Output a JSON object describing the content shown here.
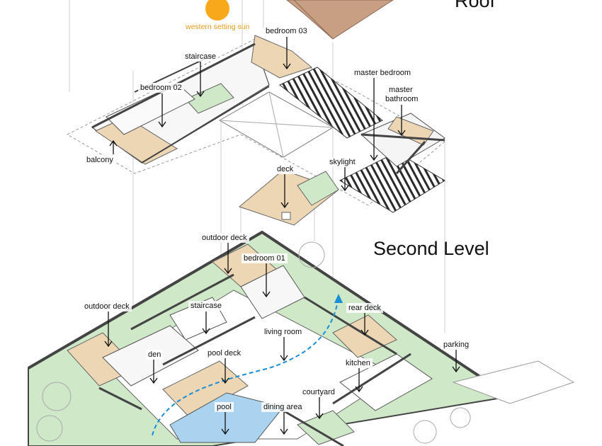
{
  "headings": {
    "roof": "Roof",
    "second_level": "Second Level"
  },
  "sun_caption": "western setting sun",
  "labels": {
    "bedroom_03": "bedroom 03",
    "staircase_upper": "staircase",
    "master_bedroom": "master bedroom",
    "master_bathroom_1": "master",
    "master_bathroom_2": "bathroom",
    "bedroom_02": "bedroom 02",
    "balcony": "balcony",
    "deck": "deck",
    "skylight": "skylight",
    "outdoor_deck_top": "outdoor deck",
    "bedroom_01": "bedroom 01",
    "outdoor_deck_left": "outdoor deck",
    "staircase_lower": "staircase",
    "rear_deck": "rear deck",
    "living_room": "living room",
    "parking": "parking",
    "den": "den",
    "pool_deck": "pool deck",
    "kitchen": "kitchen",
    "courtyard": "courtyard",
    "pool": "pool",
    "dining_area": "dining area"
  },
  "colors": {
    "sun": "#f7a81b",
    "sun_text": "#e79a16",
    "deck": "#ecd6b4",
    "garden": "#cfe8c8",
    "pool": "#a9d3ee",
    "roof": "#c89f82",
    "walls": "#444444",
    "path": "#1a8fd6"
  }
}
